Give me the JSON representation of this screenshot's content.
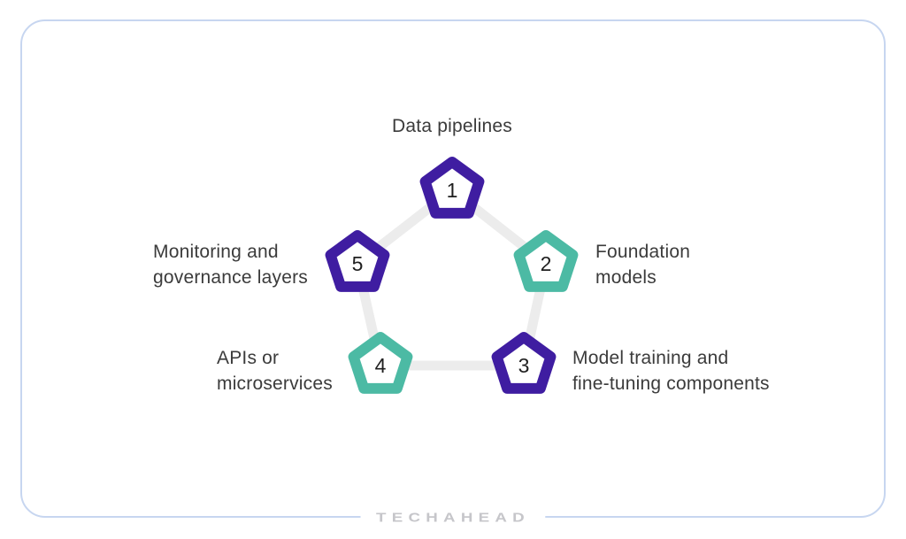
{
  "colors": {
    "purple": "#3F1DA1",
    "teal": "#4CBAA4",
    "ring": "#ECECEC",
    "card_border": "#C7D6F0",
    "label_text": "#3B3B3B",
    "number_text": "#1F1F1F",
    "logo_gray": "#C6C6CA"
  },
  "diagram": {
    "type": "pentagon-cycle",
    "items": [
      {
        "number": "1",
        "color": "#3F1DA1",
        "position": "top",
        "label": "Data pipelines",
        "lines": [
          "Data pipelines"
        ]
      },
      {
        "number": "2",
        "color": "#4CBAA4",
        "position": "right",
        "label": "Foundation models",
        "lines": [
          "Foundation",
          "models"
        ]
      },
      {
        "number": "3",
        "color": "#3F1DA1",
        "position": "bottom-right",
        "label": "Model training and fine-tuning components",
        "lines": [
          "Model training and",
          "fine-tuning components"
        ]
      },
      {
        "number": "4",
        "color": "#4CBAA4",
        "position": "bottom-left",
        "label": "APIs or microservices",
        "lines": [
          "APIs or",
          "microservices"
        ]
      },
      {
        "number": "5",
        "color": "#3F1DA1",
        "position": "left",
        "label": "Monitoring and governance layers",
        "lines": [
          "Monitoring and",
          "governance layers"
        ]
      }
    ]
  },
  "footer": {
    "logo_text": "TECHAHEAD"
  }
}
